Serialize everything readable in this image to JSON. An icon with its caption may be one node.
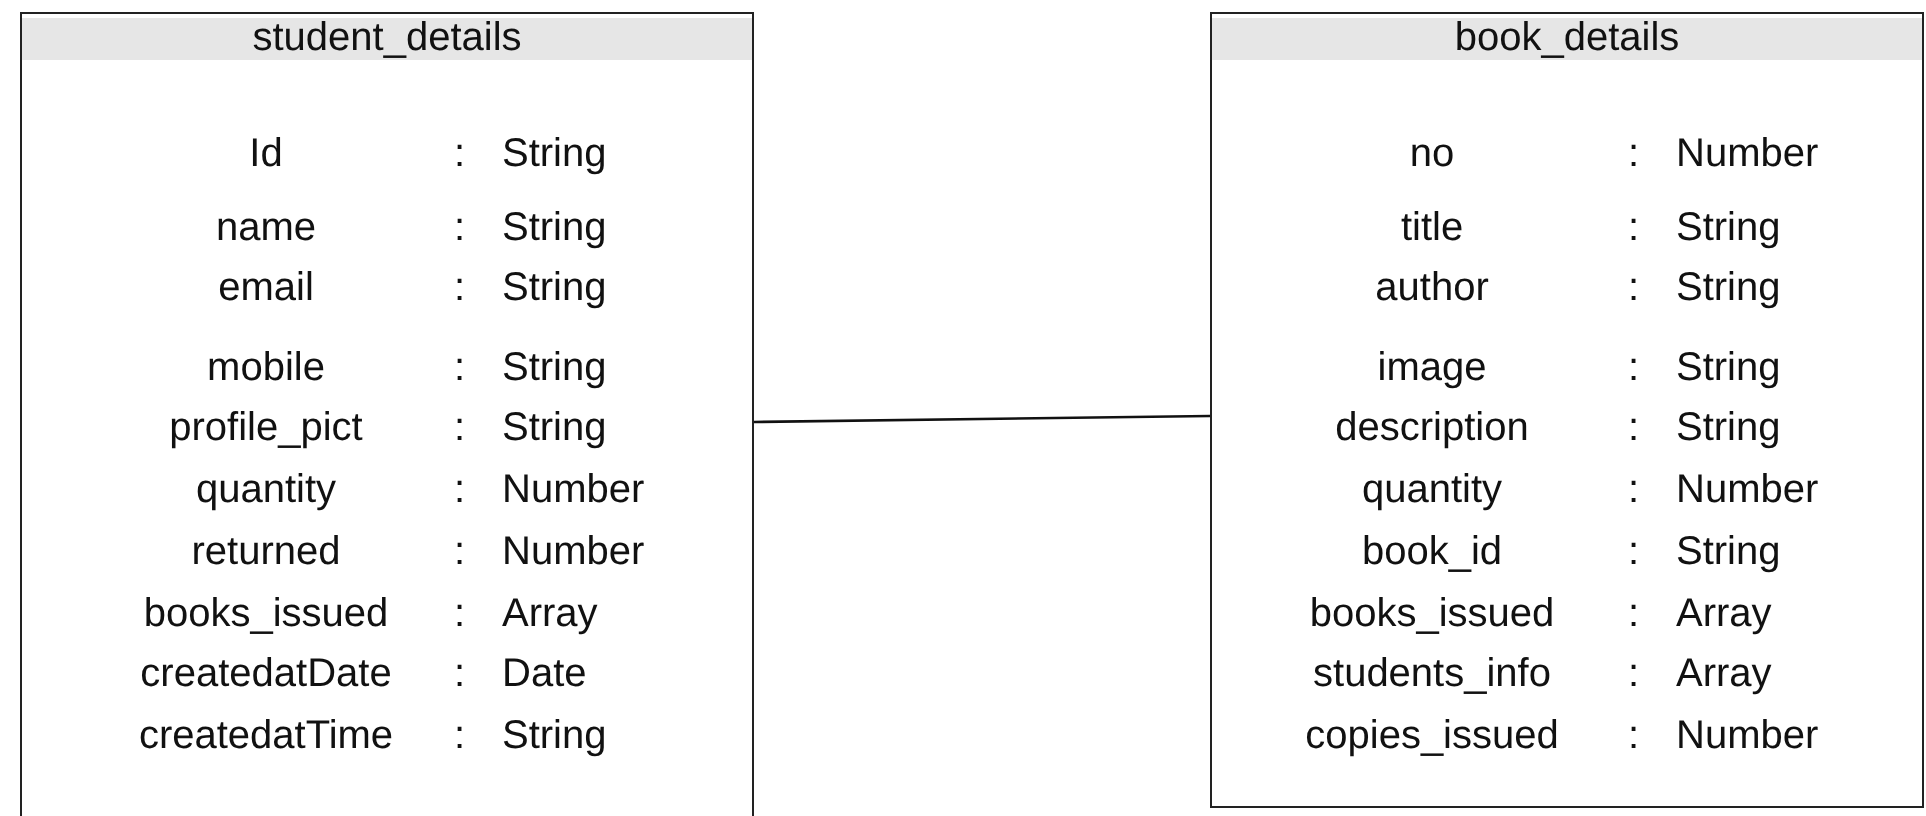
{
  "diagram": {
    "nodes": [
      {
        "text": [
          "student_details",
          "Id",
          ":",
          "String",
          "name",
          ":",
          "String",
          "email",
          ":",
          "String",
          "mobile",
          ":",
          "String",
          "profile_pict",
          ":",
          "String",
          "quantity",
          ":",
          "Number",
          "returned",
          ":",
          "Number",
          "books_issued",
          ":",
          "Array",
          "createdatDate",
          ":",
          "Date",
          "createdatTime",
          ":",
          "String"
        ]
      },
      {
        "text": [
          "book_details",
          "no",
          ":",
          "Number",
          "title",
          ":",
          "String",
          "author",
          ":",
          "String",
          "image",
          ":",
          "String",
          "description",
          ":",
          "String",
          "quantity",
          ":",
          "Number",
          "book_id",
          ":",
          "String",
          "books_issued",
          ":",
          "Array",
          "students_info",
          ":",
          "Array",
          "copies_issued",
          ":",
          "Number"
        ]
      }
    ],
    "edges": [
      {
        "from": 0,
        "to": 1,
        "arrow": "none"
      }
    ]
  }
}
